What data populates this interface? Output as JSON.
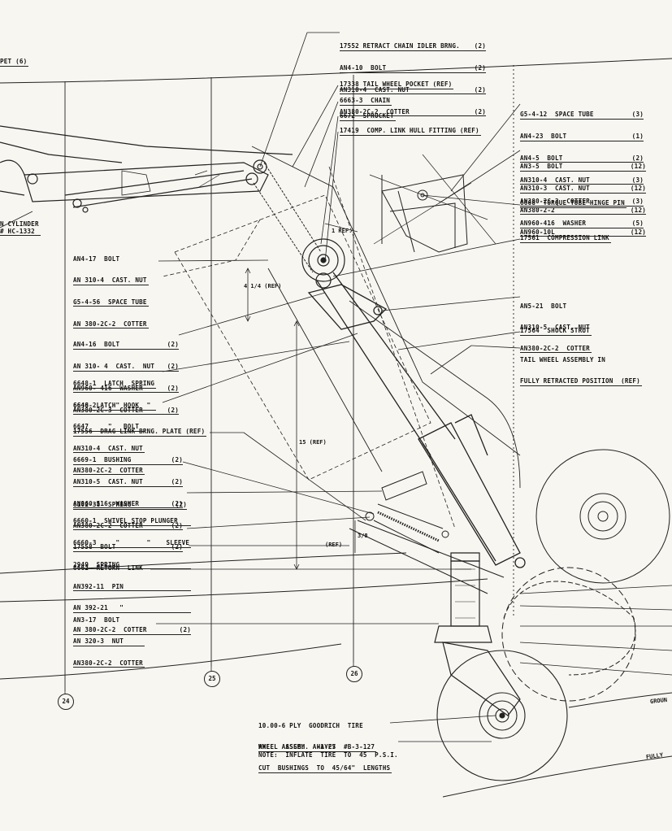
{
  "callouts": {
    "idler_brg": [
      "17552 RETRACT CHAIN IDLER BRNG.",
      "AN4-10  BOLT",
      "AN310-4  CAST. NUT",
      "AN380-2C-2  COTTER"
    ],
    "idler_brg_qty": [
      "(2)",
      "(2)",
      "(2)",
      "(2)"
    ],
    "tail_pocket": "17338 TAIL WHEEL POCKET (REF)",
    "chain": "6663-3  CHAIN",
    "sprocket": "6672  SPROCKET",
    "hull_fitting": "17419  COMP. LINK HULL FITTING (REF)",
    "spacer_group": [
      "G5-4-12  SPACE TUBE",
      "AN4-23  BOLT",
      "AN4-5  BOLT",
      "AN310-4  CAST. NUT",
      "AN380-2C-2  COTTER",
      "AN960-416  WASHER"
    ],
    "spacer_group_qty": [
      "(3)",
      "(1)",
      "(2)",
      "(3)",
      "(3)",
      "(5)"
    ],
    "bolt5_group": [
      "AN3-5  BOLT",
      "AN310-3  CAST. NUT",
      "AN380-2-2",
      "AN960-10L"
    ],
    "bolt5_group_qty": [
      "(12)",
      "(12)",
      "(12)",
      "(12)"
    ],
    "torque_pin": "6668  TORQUE TUBE HINGE PIN",
    "compression_link": "17561  COMPRESSION LINK",
    "bolt21_group": [
      "AN5-21  BOLT",
      "AN310-5  CAST. NUT",
      "AN380-2C-2  COTTER"
    ],
    "shock_strut": "17564  SHOCK STRUT",
    "retracted": [
      "TAIL WHEEL ASSEMBLY IN",
      "FULLY RETRACTED POSITION  (REF)"
    ],
    "cylinder_partial": [
      "N CYLINDER",
      "# HC-1332"
    ],
    "pet_partial": "PET (6)",
    "bolt17_group": [
      "AN4-17  BOLT",
      "AN 310-4  CAST. NUT",
      "G5-4-56  SPACE TUBE",
      "AN 380-2C-2  COTTER"
    ],
    "bolt16_group": [
      "AN4-16  BOLT",
      "AN 310- 4  CAST.  NUT",
      "AN960- 416  WASHER",
      "AN380-2C-3  COTTER"
    ],
    "bolt16_group_qty": [
      "(2)",
      "(2)",
      "(2)",
      "(2)"
    ],
    "latch_spring": [
      "6648-1  LATCH  SPRING",
      "6648-2     \"       \""
    ],
    "latch_hook": [
      "6646  LATCH  HOOK",
      "6647     \"   BOLT",
      "AN310-4  CAST. NUT",
      "AN380-2C-2  COTTER"
    ],
    "drag_link": "17556  DRAG LINK BRNG. PLATE (REF)",
    "bushing_group": [
      "6669-1  BUSHING",
      "AN310-5  CAST. NUT",
      "AN960-516  WASHER",
      "AN380-2C-2  COTTER",
      "17558  BOLT"
    ],
    "bushing_group_qty": [
      "(2)",
      "(2)",
      "(2)",
      "(2)",
      "(2)"
    ],
    "spring_6102": "6102-38  SPRING",
    "spring_6102_qty": "(2)",
    "plunger_group": [
      "6660-1  SWIVEL STOP PLUNGER",
      "6660-3     \"       \"    SLEEVE",
      "2949  SPRING",
      "AN392-11  PIN",
      "AN 392-21   \"",
      "AN 380-2C-2  COTTER"
    ],
    "plunger_cotter_qty": "(2)",
    "return_link": "6662  RETURN  LINK",
    "bolt3_group": [
      "AN3-17  BOLT",
      "AN 320-3  NUT",
      "AN380-2C-2  COTTER"
    ],
    "tire_group": [
      "10.00-6 PLY  GOODRICH  TIRE",
      "WHEEL  ASSEM.  HAYES  #B-3-127"
    ],
    "axle_group": [
      "AXLE  ASSEM.  A-1-27",
      "CUT  BUSHINGS  TO  45/64\"  LENGTHS"
    ],
    "note": "NOTE:  INFLATE  TIRE  TO  45  P.S.I."
  },
  "dimensions": {
    "ref_small": "1  REF.",
    "ref_4": "4 1/4  (REF)",
    "ref_15": "15  (REF)",
    "ref_ref": "(REF)",
    "ref_3_8": "3/8"
  },
  "stations": [
    "24",
    "25",
    "26"
  ],
  "edge_labels": {
    "ground": "GROUN",
    "fully": "FULLY"
  }
}
